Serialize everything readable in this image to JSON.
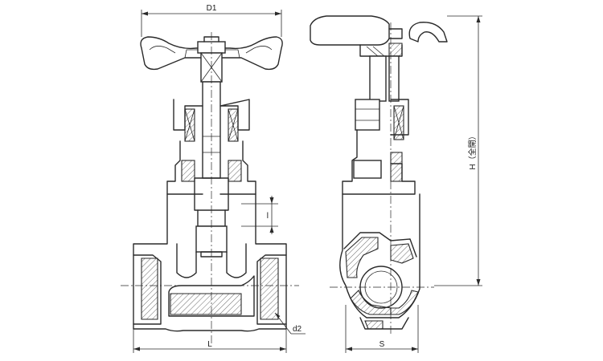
{
  "drawing": {
    "labels": {
      "d1": "D1",
      "h": "H（全開）",
      "l_small": "l",
      "d2": "d2",
      "l": "L",
      "s": "S"
    }
  }
}
